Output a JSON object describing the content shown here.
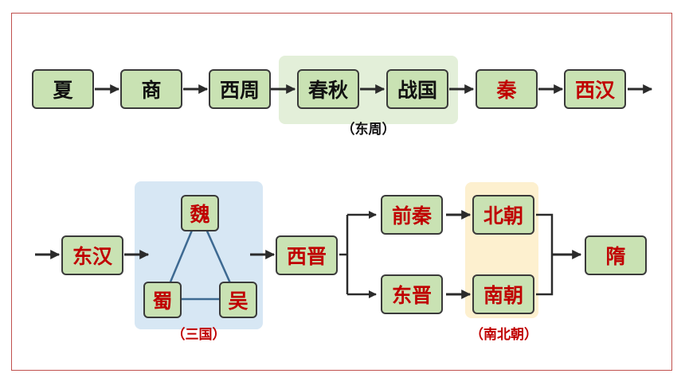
{
  "colors": {
    "node_fill": "#c9e2b3",
    "node_border": "#3a3a3a",
    "text_dark": "#111111",
    "text_red": "#c00000",
    "dongzhou_bg": "#e3efd9",
    "sanguo_bg": "#d7e7f4",
    "nanbeichao_bg": "#fdf0cf",
    "frame_border": "#c0504d",
    "triangle_line": "#3e6a92"
  },
  "nodes": {
    "xia": "夏",
    "shang": "商",
    "xizhou": "西周",
    "chunqiu": "春秋",
    "zhanguo": "战国",
    "qin": "秦",
    "xihan": "西汉",
    "donghan": "东汉",
    "wei": "魏",
    "shu": "蜀",
    "wu": "吴",
    "xijin": "西晋",
    "qianqin": "前秦",
    "dongjin": "东晋",
    "beichao": "北朝",
    "nanchao": "南朝",
    "sui": "隋"
  },
  "captions": {
    "dongzhou": "（东周）",
    "sanguo": "（三国）",
    "nanbeichao": "（南北朝）"
  },
  "icons": {
    "flow_arrow": "right-arrow-icon"
  }
}
